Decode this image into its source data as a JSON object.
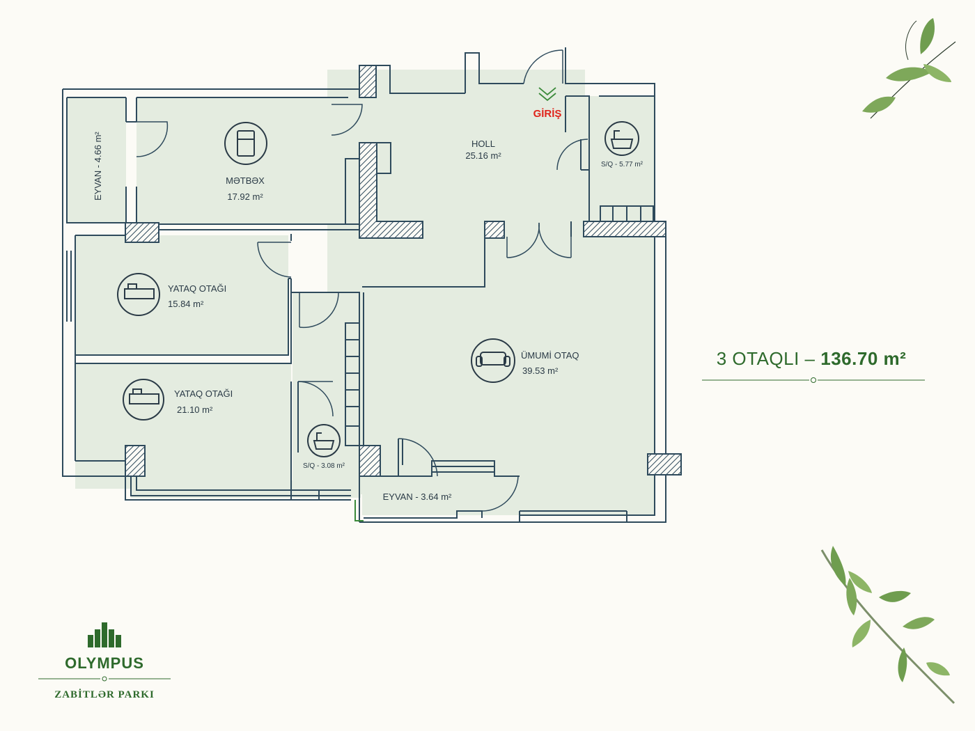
{
  "rooms": {
    "balcony_west": {
      "label": "EYVAN - 4.66 m²"
    },
    "kitchen": {
      "name": "MƏTBƏX",
      "area": "17.92 m²"
    },
    "hall": {
      "name": "HOLL",
      "area": "25.16 m²"
    },
    "entrance": {
      "label": "GİRİŞ"
    },
    "bathroom_1": {
      "label": "S/Q - 5.77 m²"
    },
    "bedroom_1": {
      "name": "YATAQ OTAĞI",
      "area": "15.84 m²"
    },
    "bedroom_2": {
      "name": "YATAQ OTAĞI",
      "area": "21.10 m²"
    },
    "living_room": {
      "name": "ÜMUMİ OTAQ",
      "area": "39.53 m²"
    },
    "bathroom_2": {
      "label": "S/Q - 3.08 m²"
    },
    "balcony_south": {
      "label": "EYVAN - 3.64 m²"
    }
  },
  "summary": {
    "rooms": "3 OTAQLI",
    "separator": " – ",
    "area": "136.70 m²"
  },
  "brand": {
    "name": "OLYMPUS",
    "subtitle": "ZABİTLƏR PARKI"
  },
  "colors": {
    "wall": "#2e4a5c",
    "floor": "#e4ece0",
    "accent_green": "#2e6a2c",
    "entry_red": "#e0241b",
    "background": "#fcfbf6"
  },
  "icons": [
    "fridge-icon",
    "bathtub-icon",
    "bed-icon",
    "sofa-icon",
    "entry-chevron-icon",
    "leaf-branch-icon",
    "building-logo-icon"
  ]
}
